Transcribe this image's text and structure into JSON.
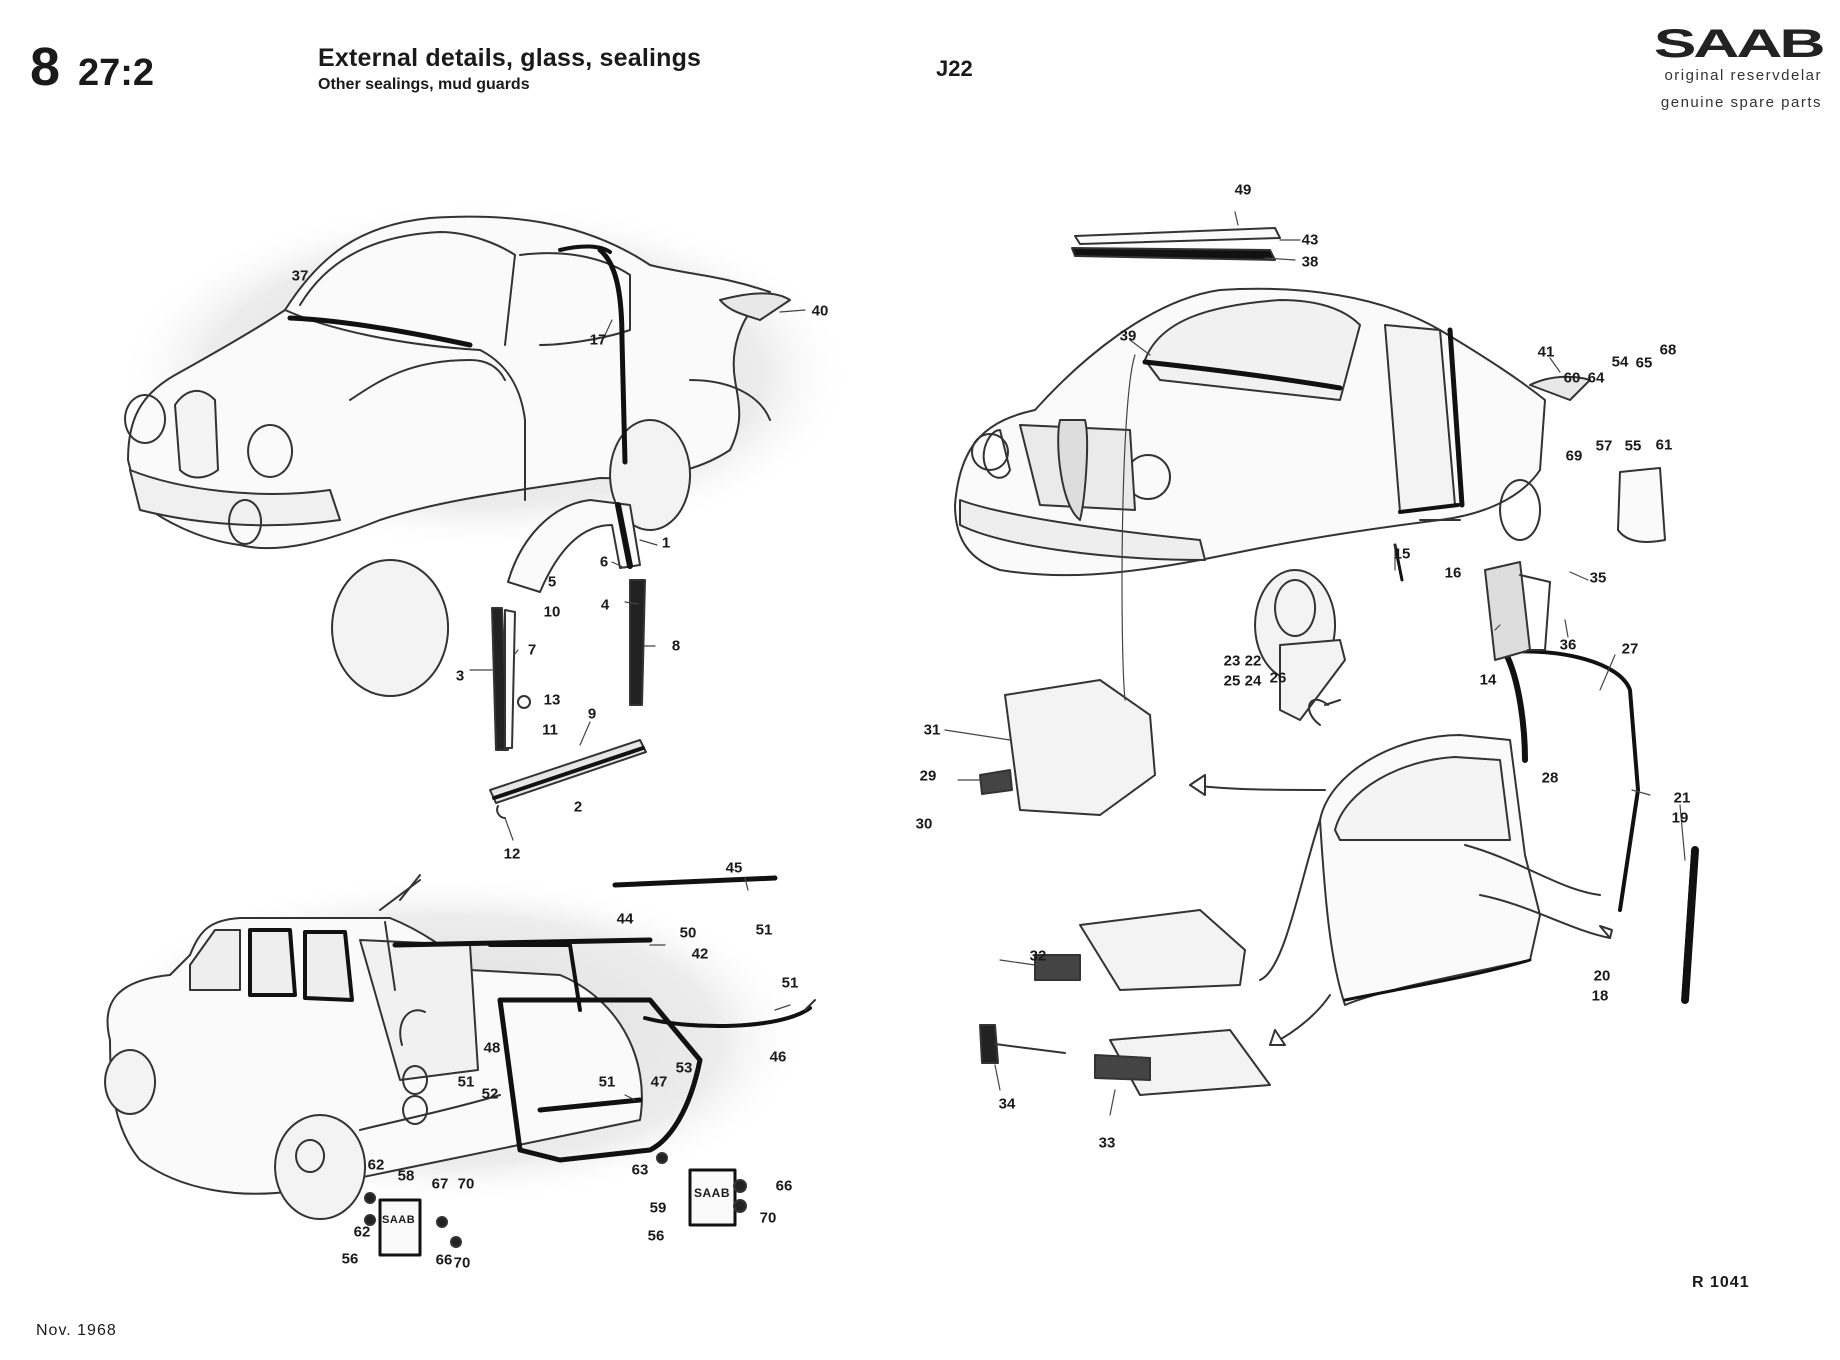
{
  "header": {
    "section_number": "8",
    "page_ref": "27:2",
    "title": "External details, glass, sealings",
    "subtitle": "Other sealings, mud guards",
    "model": "J22",
    "brand": {
      "logo_text": "SAAB",
      "line1": "original reservdelar",
      "line2": "genuine spare parts"
    }
  },
  "footer": {
    "date": "Nov. 1968",
    "drawing_ref": "R 1041"
  },
  "part_numbers": [
    "1",
    "2",
    "3",
    "4",
    "5",
    "6",
    "7",
    "8",
    "9",
    "10",
    "11",
    "12",
    "13",
    "14",
    "15",
    "16",
    "17",
    "19",
    "20",
    "18",
    "21",
    "22",
    "23",
    "24",
    "25",
    "26",
    "27",
    "28",
    "29",
    "30",
    "31",
    "32",
    "33",
    "34",
    "35",
    "36",
    "37",
    "38",
    "39",
    "40",
    "41",
    "42",
    "43",
    "44",
    "45",
    "46",
    "47",
    "48",
    "49",
    "50",
    "51",
    "51",
    "51",
    "51",
    "52",
    "53",
    "54",
    "55",
    "56",
    "56",
    "57",
    "58",
    "59",
    "60",
    "61",
    "62",
    "62",
    "63",
    "64",
    "65",
    "66",
    "66",
    "67",
    "68",
    "69",
    "70",
    "70",
    "70"
  ],
  "mud_guard_badge": "SAAB",
  "colors": {
    "ink": "#1a1a1a",
    "line": "#333333",
    "shade": "#e4e4e4"
  }
}
